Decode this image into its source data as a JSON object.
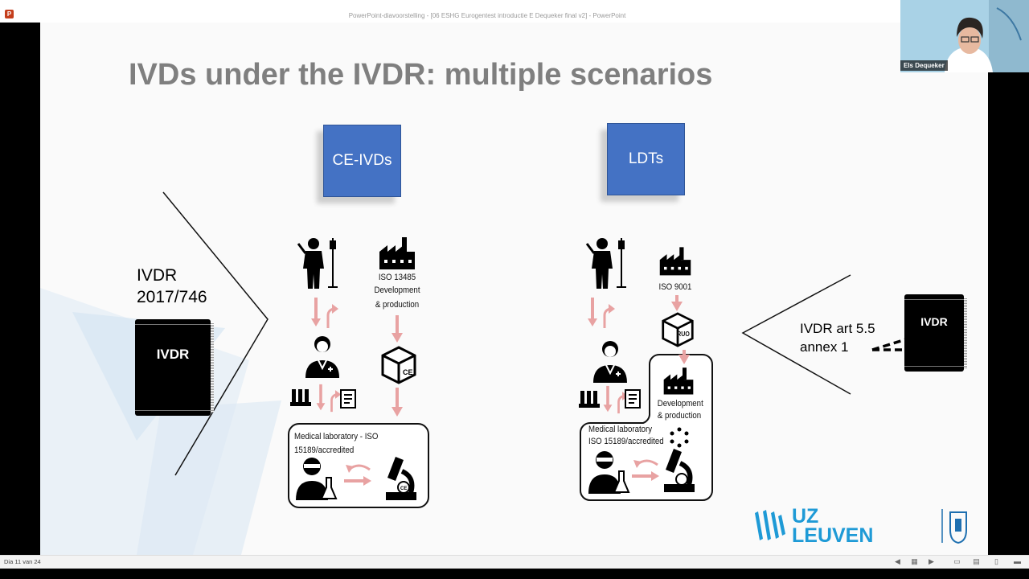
{
  "window": {
    "title": "PowerPoint-diavoorstelling - [06 ESHG Eurogentest introductie E Dequeker final v2] - PowerPoint",
    "app_icon": "powerpoint-icon"
  },
  "slide": {
    "title": "IVDs under the IVDR: multiple scenarios",
    "box_ce_ivds": "CE-IVDs",
    "box_ldts": "LDTs",
    "left_reg_line1": "IVDR",
    "left_reg_line2": "2017/746",
    "book_label": "IVDR",
    "right_reg_line1": "IVDR art 5.5",
    "right_reg_line2": "annex 1",
    "ce": {
      "iso_line1": "ISO 13485",
      "iso_line2": "Development",
      "iso_line3": "& production",
      "lab_line1": "Medical laboratory - ISO",
      "lab_line2": "15189/accredited"
    },
    "ldt": {
      "iso": "ISO 9001",
      "dev_line1": "Development",
      "dev_line2": "& production",
      "lab_line1": "Medical laboratory",
      "lab_line2": "ISO 15189/accredited",
      "box_label": "RUO"
    },
    "logo_text_line1": "UZ",
    "logo_text_line2": "LEUVEN"
  },
  "webcam": {
    "name": "Els Dequeker"
  },
  "statusbar": {
    "slide_counter": "Dia 11 van 24"
  },
  "colors": {
    "accent_blue": "#4472c4",
    "arrow_pink": "#e8a2a2",
    "logo_blue": "#1e9ad6"
  }
}
